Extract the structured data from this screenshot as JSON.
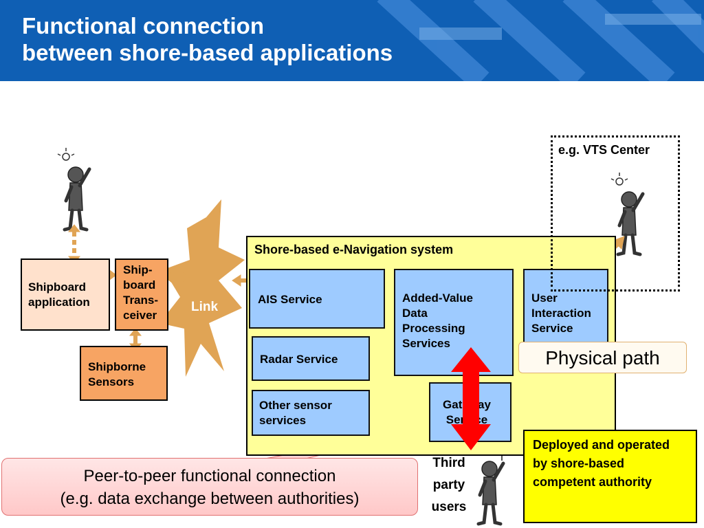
{
  "header": {
    "title_line1": "Functional connection",
    "title_line2": "between shore-based applications"
  },
  "ship": {
    "application": "Shipboard application",
    "transceiver": "Ship-board Trans-ceiver",
    "sensors": "Shipborne Sensors",
    "link": "Link"
  },
  "system": {
    "title": "Shore-based e-Navigation system",
    "ais": "AIS Service",
    "radar": "Radar Service",
    "other": "Other sensor services",
    "added_value": "Added-Value Data Processing Services",
    "user_interaction": "User Interaction Service",
    "gateway": "Gateway Service"
  },
  "vts": {
    "label": "e.g. VTS Center"
  },
  "third_party": "Third party users",
  "callouts": {
    "physical_path": "Physical path",
    "peer_line1": "Peer-to-peer functional connection",
    "peer_line2": "(e.g. data exchange between authorities)",
    "deployed": "Deployed and operated by shore-based competent authority"
  },
  "colors": {
    "header_blue": "#0f5fb4",
    "service_blue": "#9ecbff",
    "system_yellow": "#ffff99",
    "ship_orange": "#f7a463",
    "arrow_tan": "#e0a455",
    "physical_red": "#ff0000"
  }
}
